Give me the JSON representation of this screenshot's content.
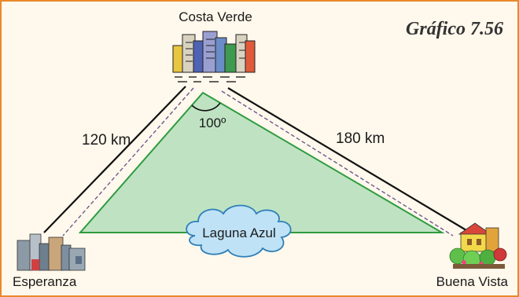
{
  "figure": {
    "title": "Gráfico 7.56"
  },
  "towns": {
    "top": "Costa Verde",
    "left": "Esperanza",
    "right": "Buena Vista"
  },
  "distances": {
    "left_side": "120 km",
    "right_side": "180 km"
  },
  "angle": {
    "value": "100º"
  },
  "lake": {
    "label": "Laguna Azul"
  },
  "colors": {
    "frame": "#e9892a",
    "triangle_fill": "#bfe3c2",
    "triangle_stroke": "#2e9b40",
    "lake_fill": "#bfe2f6",
    "lake_stroke": "#2e7fb8",
    "road": "#111111",
    "dashed_path": "#6b5a8e"
  }
}
